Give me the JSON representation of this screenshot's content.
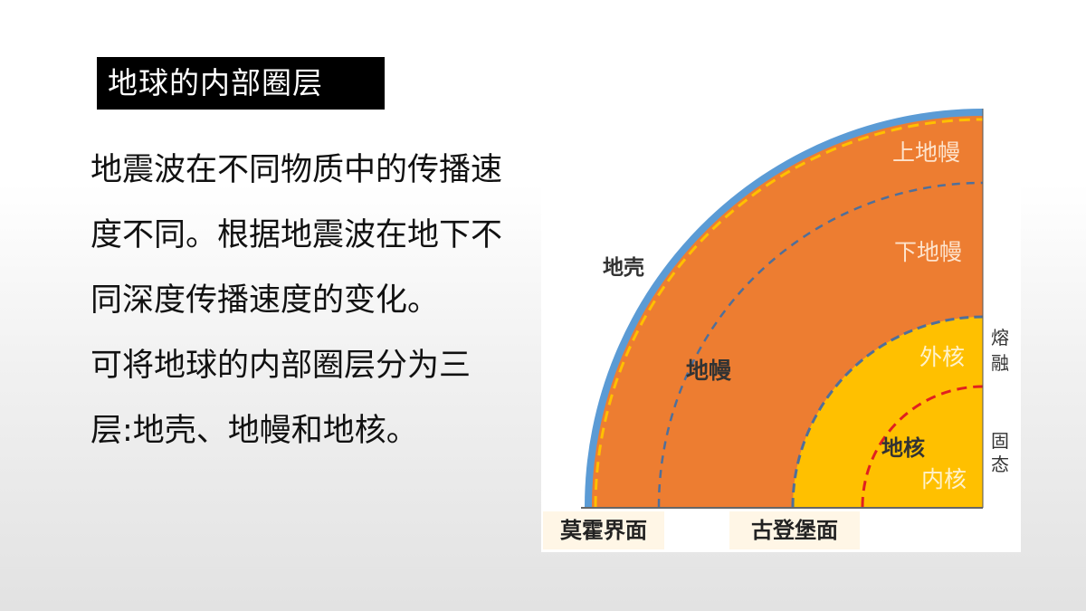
{
  "slide": {
    "title": "地球的内部圈层",
    "paragraph1": "地震波在不同物质中的传播速度不同。根据地震波在地下不同深度传播速度的变化。",
    "paragraph2": "可将地球的内部圈层分为三层:地壳、地幔和地核。"
  },
  "diagram": {
    "labels": {
      "upper_mantle": "上地幔",
      "lower_mantle": "下地幔",
      "crust": "地壳",
      "mantle": "地幔",
      "outer_core": "外核",
      "core": "地核",
      "inner_core": "内核",
      "molten": "熔融",
      "solid": "固态",
      "moho": "莫霍界面",
      "gutenberg": "古登堡面"
    },
    "colors": {
      "crust": "#5b9bd5",
      "mantle": "#ed7d31",
      "core": "#ffc000",
      "moho_line": "#ffc000",
      "boundary_line": "#4f6f9a",
      "inner_core_line": "#e02020",
      "light_text": "#fde3cc"
    }
  }
}
